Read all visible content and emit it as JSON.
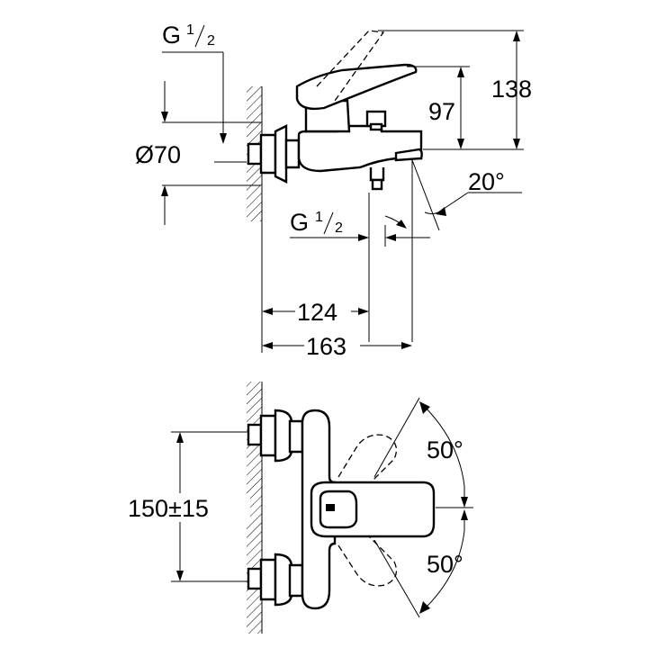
{
  "labels": {
    "thread_top": {
      "g": "G",
      "num": "1",
      "den": "2"
    },
    "diameter": "Ø70",
    "height_97": "97",
    "height_138": "138",
    "angle_20": "20°",
    "thread_bottom": {
      "g": "G",
      "num": "1",
      "den": "2"
    },
    "length_124": "124",
    "length_163": "163",
    "spacing": "150±15",
    "angle_50_top": "50°",
    "angle_50_bottom": "50°"
  }
}
